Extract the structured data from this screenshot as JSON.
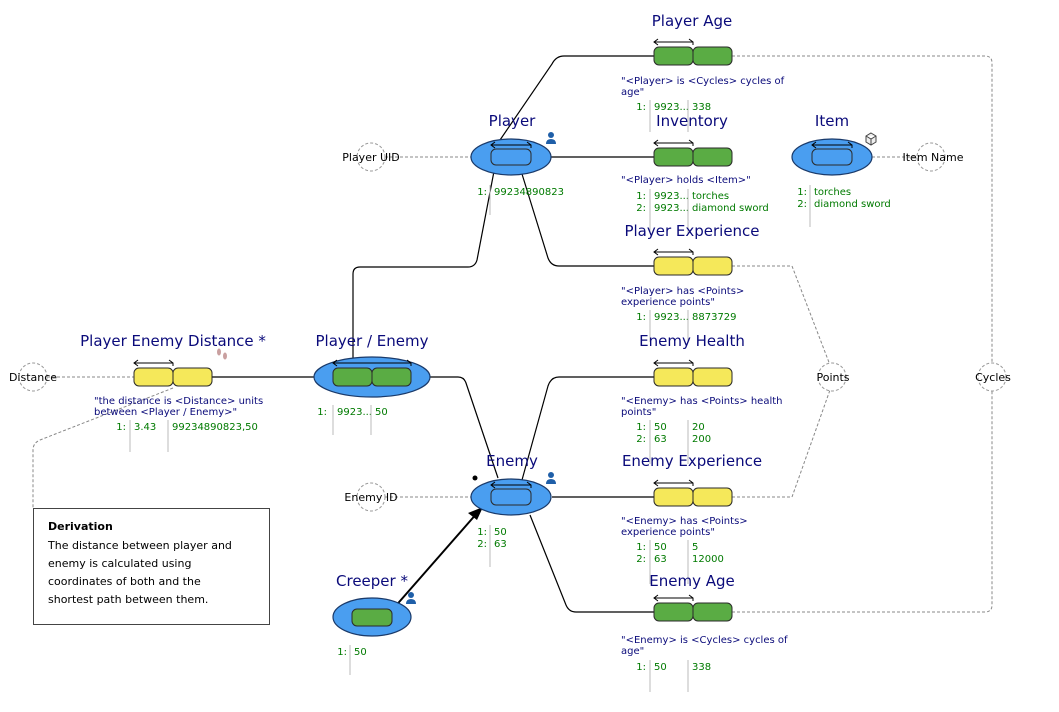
{
  "colors": {
    "entity_fill": "#4a9ef0",
    "entity_stroke": "#1a3a6a",
    "fact_green": "#5aac44",
    "fact_yellow": "#f5e85a",
    "title": "#0a0a7a",
    "sample": "#007a00"
  },
  "entities": {
    "player": {
      "title": "Player",
      "icon": "user-icon",
      "rows": [
        {
          "n": "1:",
          "cols": [
            "99234890823"
          ]
        }
      ]
    },
    "enemy": {
      "title": "Enemy",
      "icon": "user-icon",
      "rows": [
        {
          "n": "1:",
          "cols": [
            "50"
          ]
        },
        {
          "n": "2:",
          "cols": [
            "63"
          ]
        }
      ]
    },
    "item": {
      "title": "Item",
      "icon": "cube-icon",
      "rows": [
        {
          "n": "1:",
          "cols": [
            "torches"
          ]
        },
        {
          "n": "2:",
          "cols": [
            "diamond sword"
          ]
        }
      ]
    },
    "creeper": {
      "title": "Creeper *",
      "icon": "user-icon",
      "rows": [
        {
          "n": "1:",
          "cols": [
            "50"
          ]
        }
      ]
    },
    "player_enemy": {
      "title": "Player / Enemy",
      "rows": [
        {
          "n": "1:",
          "cols": [
            "9923...",
            "50"
          ]
        }
      ]
    }
  },
  "facts": {
    "player_age": {
      "title": "Player Age",
      "reading": [
        "\"<Player> is <Cycles> cycles of",
        "age\""
      ],
      "rows": [
        {
          "n": "1:",
          "cols": [
            "9923...",
            "338"
          ]
        }
      ]
    },
    "inventory": {
      "title": "Inventory",
      "reading": [
        "\"<Player> holds <Item>\""
      ],
      "rows": [
        {
          "n": "1:",
          "cols": [
            "9923...",
            "torches"
          ]
        },
        {
          "n": "2:",
          "cols": [
            "9923...",
            "diamond sword"
          ]
        }
      ]
    },
    "player_experience": {
      "title": "Player Experience",
      "reading": [
        "\"<Player> has <Points>",
        "experience points\""
      ],
      "rows": [
        {
          "n": "1:",
          "cols": [
            "9923...",
            "8873729"
          ]
        }
      ]
    },
    "enemy_health": {
      "title": "Enemy Health",
      "reading": [
        "\"<Enemy> has <Points> health",
        "points\""
      ],
      "rows": [
        {
          "n": "1:",
          "cols": [
            "50",
            "20"
          ]
        },
        {
          "n": "2:",
          "cols": [
            "63",
            "200"
          ]
        }
      ]
    },
    "enemy_experience": {
      "title": "Enemy Experience",
      "reading": [
        "\"<Enemy> has <Points>",
        "experience points\""
      ],
      "rows": [
        {
          "n": "1:",
          "cols": [
            "50",
            "5"
          ]
        },
        {
          "n": "2:",
          "cols": [
            "63",
            "12000"
          ]
        }
      ]
    },
    "enemy_age": {
      "title": "Enemy Age",
      "reading": [
        "\"<Enemy> is <Cycles> cycles of",
        "age\""
      ],
      "rows": [
        {
          "n": "1:",
          "cols": [
            "50",
            "338"
          ]
        }
      ]
    },
    "player_enemy_distance": {
      "title": "Player Enemy Distance *",
      "icon": "footprints-icon",
      "reading": [
        "\"the distance is <Distance> units",
        "between <Player / Enemy>\""
      ],
      "rows": [
        {
          "n": "1:",
          "cols": [
            "3.43",
            "99234890823,50"
          ]
        }
      ]
    }
  },
  "value_types": {
    "player_uid": "Player UID",
    "item_name": "Item Name",
    "enemy_id": "Enemy ID",
    "distance": "Distance",
    "points": "Points",
    "cycles": "Cycles"
  },
  "derivation": {
    "heading": "Derivation",
    "lines": [
      "The distance between player and",
      "enemy is calculated using",
      "coordinates of both and the",
      "shortest path between them."
    ]
  }
}
